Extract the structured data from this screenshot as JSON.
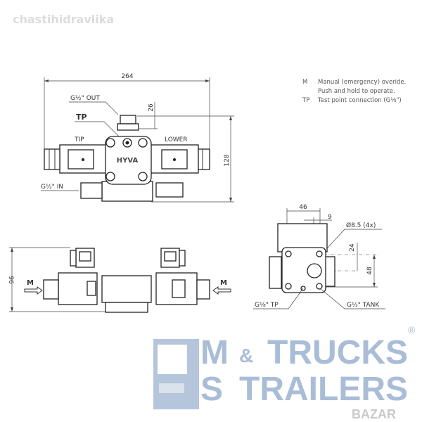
{
  "watermark": "chastihidravlika",
  "legend": [
    {
      "key": "M",
      "text": "Manual (emergency) overide."
    },
    {
      "key": "",
      "text": "Push and hold to operate."
    },
    {
      "key": "TP",
      "text": "Test point connection (G⅛\")"
    }
  ],
  "top_view": {
    "width_dim": "264",
    "height_dim": "128",
    "out_offset_dim": "26",
    "out_label": "G½\" OUT",
    "tp_label": "TP",
    "tip_label": "TIP",
    "lower_label": "LOWER",
    "in_label": "G½\" IN",
    "brand": "HYVA"
  },
  "side_view": {
    "height_dim": "96",
    "manual_left": "M",
    "manual_right": "M"
  },
  "bottom_view": {
    "dim_46": "46",
    "dim_9": "9",
    "hole_dim": "Ø8.5 (4x)",
    "dim_24": "24",
    "dim_48": "48",
    "tp_label": "G⅛\" TP",
    "tank_label": "G½\" TANK"
  },
  "logo": {
    "line1_left": "M",
    "line1_right": "TRUCKS",
    "amp": "&",
    "line2_left": "S",
    "line2_right": "TRAILERS",
    "registered": "®",
    "badge": "BAZAR"
  },
  "colors": {
    "logo": "#a9bdd7",
    "line": "#333333"
  }
}
